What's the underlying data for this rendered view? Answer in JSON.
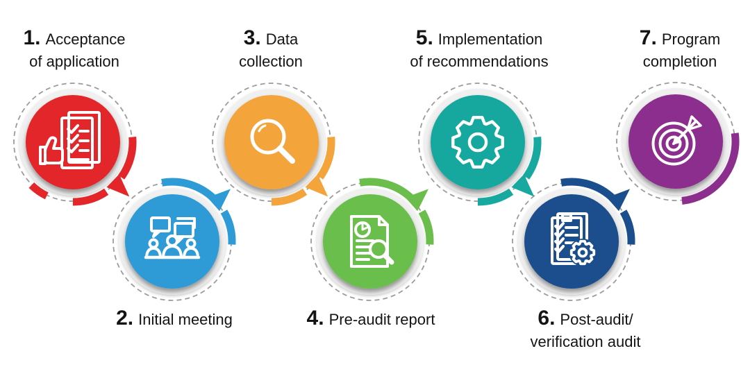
{
  "diagram": {
    "background": "#ffffff",
    "dash_color": "#9b9b9b",
    "icon_stroke": "#ffffff",
    "text_color": "#141414",
    "steps": [
      {
        "number": "1.",
        "line1": "Acceptance",
        "line2": "of application",
        "color": "#e3262a",
        "icon": "clipboard-thumbs-up-icon"
      },
      {
        "number": "2.",
        "line1": "Initial meeting",
        "line2": "",
        "color": "#2e9bd6",
        "icon": "meeting-chat-icon"
      },
      {
        "number": "3.",
        "line1": "Data",
        "line2": "collection",
        "color": "#f3a43b",
        "icon": "magnifier-icon"
      },
      {
        "number": "4.",
        "line1": "Pre-audit report",
        "line2": "",
        "color": "#6bbe4b",
        "icon": "report-magnifier-icon"
      },
      {
        "number": "5.",
        "line1": "Implementation",
        "line2": "of recommendations",
        "color": "#17a89f",
        "icon": "gear-icon"
      },
      {
        "number": "6.",
        "line1": "Post-audit/",
        "line2": "verification audit",
        "color": "#1b4e8d",
        "icon": "checklist-gear-icon"
      },
      {
        "number": "7.",
        "line1": "Program",
        "line2": "completion",
        "color": "#8c2e8d",
        "icon": "target-dart-icon"
      }
    ]
  }
}
